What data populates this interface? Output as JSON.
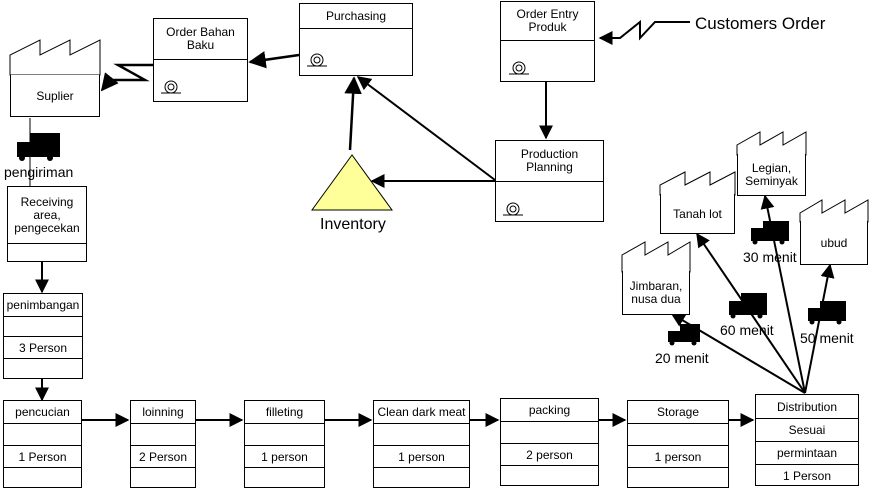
{
  "diagram": {
    "customers_order": "Customers Order",
    "inventory_label": "Inventory",
    "info_boxes": {
      "order_bahan_baku": "Order Bahan Baku",
      "purchasing": "Purchasing",
      "order_entry": "Order Entry Produk",
      "production_planning": "Production Planning"
    },
    "suplier": "Suplier",
    "pengiriman": "pengiriman",
    "receiving": "Receiving area, pengecekan",
    "penimbangan": {
      "title": "penimbangan",
      "person": "3 Person"
    },
    "processes": [
      {
        "title": "pencucian",
        "person": "1 Person"
      },
      {
        "title": "loinning",
        "person": "2 Person"
      },
      {
        "title": "filleting",
        "person": "1 person"
      },
      {
        "title": "Clean dark meat",
        "person": "1 person"
      },
      {
        "title": "packing",
        "person": "2 person"
      },
      {
        "title": "Storage",
        "person": "1 person"
      }
    ],
    "distribution": {
      "title": "Distribution",
      "lines": [
        "Sesuai",
        "permintaan",
        "1 Person"
      ]
    },
    "customers": [
      {
        "name": "Jimbaran, nusa dua",
        "time": "20 menit"
      },
      {
        "name": "Tanah lot",
        "time": "60 menit"
      },
      {
        "name": "Legian, Seminyak",
        "time": "30 menit"
      },
      {
        "name": "ubud",
        "time": "50 menit"
      }
    ]
  }
}
